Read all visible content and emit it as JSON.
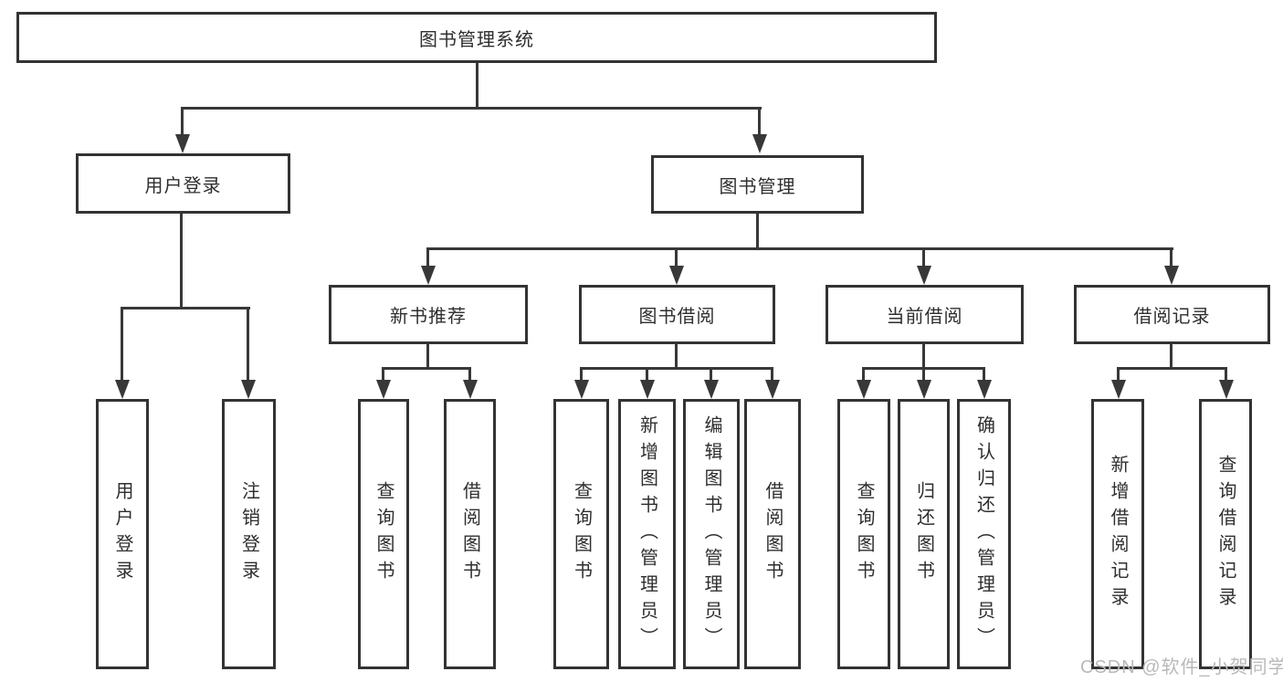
{
  "tree": {
    "root": {
      "label": "图书管理系统"
    },
    "level2": [
      {
        "label": "用户登录"
      },
      {
        "label": "图书管理"
      }
    ],
    "level3": [
      {
        "label": "新书推荐"
      },
      {
        "label": "图书借阅"
      },
      {
        "label": "当前借阅"
      },
      {
        "label": "借阅记录"
      }
    ],
    "leaves": {
      "user_login": [
        "用户登录",
        "注销登录"
      ],
      "new_books": [
        "查询图书",
        "借阅图书"
      ],
      "book_borrow": [
        "查询图书",
        "新增图书（管理员）",
        "编辑图书（管理员）",
        "借阅图书"
      ],
      "current_borrow": [
        "查询图书",
        "归还图书",
        "确认归还（管理员）"
      ],
      "borrow_records": [
        "新增借阅记录",
        "查询借阅记录"
      ]
    }
  },
  "watermark": "CSDN @软件_小贺同学",
  "colors": {
    "line": "#383838",
    "border": "#333333",
    "text": "#2e2e2e",
    "watermark": "#b9b9b9",
    "background": "#ffffff"
  }
}
